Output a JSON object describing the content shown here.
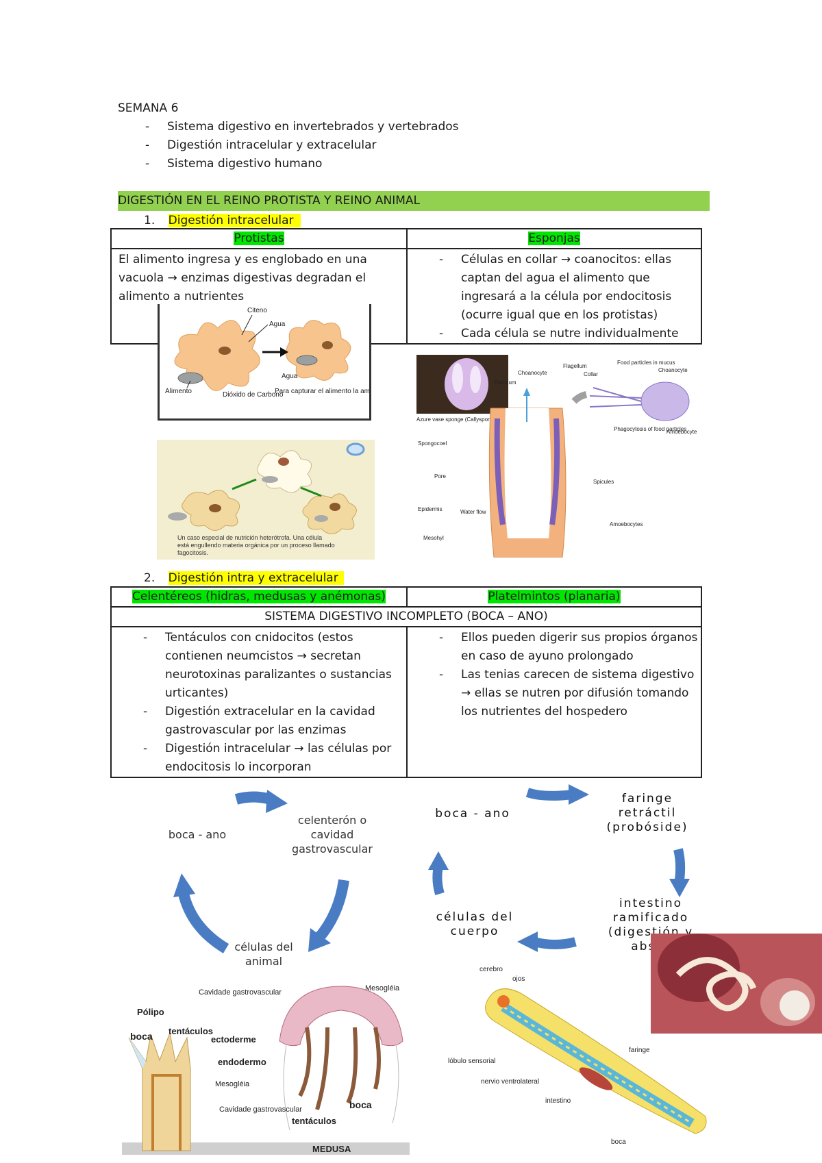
{
  "header": {
    "week": "SEMANA 6",
    "topics": [
      "Sistema digestivo en invertebrados y vertebrados",
      "Digestión intracelular y extracelular",
      "Sistema digestivo humano"
    ]
  },
  "section_title": "DIGESTIÓN EN EL REINO PROTISTA Y REINO ANIMAL",
  "part1": {
    "number": "1.",
    "title": "Digestión intracelular",
    "col1_head": "Protistas",
    "col2_head": "Esponjas",
    "col1_text": "El alimento ingresa y es englobado en una vacuola → enzimas digestivas degradan el alimento a nutrientes",
    "col2_items": [
      "Células en collar → coanocitos: ellas captan del agua el alimento que ingresará a la célula por endocitosis (ocurre igual que en los protistas)",
      "Cada célula se nutre individualmente"
    ]
  },
  "fig_amoeba": {
    "labels": [
      "Citeno",
      "Agua",
      "Agua",
      "Alimento",
      "Dióxido de Carbono",
      "Para capturar el alimento la ameba se deforma y lo engloba"
    ]
  },
  "fig_phago": {
    "caption": "Un caso especial de nutrición heterótrofa. Una célula está engullendo materia orgánica por un proceso llamado fagocitosis."
  },
  "fig_sponge": {
    "labels": [
      "Azure vase sponge (Callyspongia plicifera)",
      "Osculum",
      "Choanocyte",
      "Flagellum",
      "Collar",
      "Food particles in mucus",
      "Choanocyte",
      "Phagocytosis of food particles",
      "Amoebocyte",
      "Spongocoel",
      "Pore",
      "Spicules",
      "Epidermis",
      "Water flow",
      "Mesohyl",
      "Amoebocytes"
    ]
  },
  "part2": {
    "number": "2.",
    "title": "Digestión intra y extracelular",
    "col1_head": "Celentéreos (hidras, medusas y anémonas)",
    "col2_head": "Platelmintos (planaria)",
    "span_row": "SISTEMA DIGESTIVO INCOMPLETO (BOCA – ANO)",
    "col1_items": [
      "Tentáculos con cnidocitos (estos contienen neumcistos → secretan neurotoxinas paralizantes o sustancias urticantes)",
      "Digestión extracelular en la cavidad gastrovascular por las enzimas",
      "Digestión intracelular → las células por endocitosis lo incorporan"
    ],
    "col2_items": [
      "Ellos pueden digerir sus propios órganos en caso de ayuno prolongado",
      "Las tenias carecen de sistema digestivo → ellas se nutren por difusión tomando los nutrientes del hospedero"
    ]
  },
  "cycle_left": {
    "node1": "boca  - ano",
    "node2": "celenterón o cavidad gastrovascular",
    "node3": "células del animal"
  },
  "cycle_right": {
    "node1": "boca - ano",
    "node2": "faringe retráctil (probóside)",
    "node3": "intestino ramificado (digestión y absor",
    "node4": "células del cuerpo"
  },
  "fig_cnidaria": {
    "labels": [
      "Pólipo",
      "boca",
      "tentáculos",
      "Cavidade gastrovascular",
      "ectoderme",
      "endodermo",
      "Mesogléia",
      "Cavidade gastrovascular",
      "Mesogléia",
      "boca",
      "tentáculos",
      "MEDUSA"
    ]
  },
  "fig_planaria": {
    "labels": [
      "cerebro",
      "ojos",
      "lóbulo sensorial",
      "faringe",
      "nervio ventrolateral",
      "intestino",
      "boca"
    ]
  },
  "colors": {
    "section_bar": "#92d050",
    "highlight_yellow": "#ffff00",
    "highlight_green": "#00e600",
    "cycle_arrow": "#4a7cc4"
  }
}
